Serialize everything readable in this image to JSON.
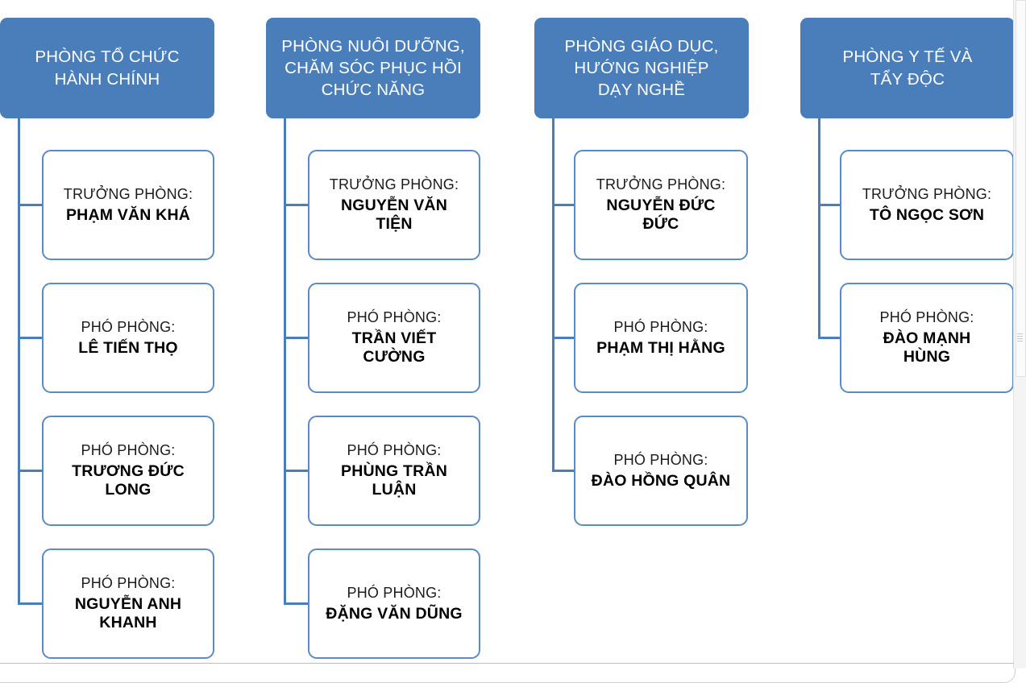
{
  "chart_data": {
    "type": "diagram",
    "title": "Sơ đồ tổ chức các phòng",
    "layout": "4 columns, each a department header with staff nodes below, connected by elbow connectors",
    "accent_color": "#4A7EBB",
    "node_border_color": "#5B8BC4",
    "header_text_color": "#FFFFFF",
    "node_text_color": "#000000"
  },
  "colors": {
    "header_fill": "#4A7EBB",
    "node_border": "#5B8BC4",
    "node_fill": "#FFFFFF",
    "connector": "#4A7EBB",
    "page_background": "#FFFFFF"
  },
  "columns": [
    {
      "header": "PHÒNG TỔ CHỨC HÀNH CHÍNH",
      "header_lines": [
        "PHÒNG TỔ CHỨC",
        "HÀNH CHÍNH"
      ],
      "nodes": [
        {
          "role": "TRƯỞNG PHÒNG:",
          "person": "PHẠM VĂN KHÁ",
          "person_lines": [
            "PHẠM VĂN KHÁ"
          ]
        },
        {
          "role": "PHÓ PHÒNG:",
          "person": "LÊ TIẾN THỌ",
          "person_lines": [
            "LÊ TIẾN THỌ"
          ]
        },
        {
          "role": "PHÓ PHÒNG:",
          "person": "TRƯƠNG ĐỨC LONG",
          "person_lines": [
            "TRƯƠNG ĐỨC",
            "LONG"
          ]
        },
        {
          "role": "PHÓ PHÒNG:",
          "person": "NGUYỄN ANH KHANH",
          "person_lines": [
            "NGUYỄN ANH",
            "KHANH"
          ]
        }
      ]
    },
    {
      "header": "PHÒNG NUÔI DƯỠNG, CHĂM SÓC PHỤC HỒI CHỨC NĂNG",
      "header_lines": [
        "PHÒNG NUÔI DƯỠNG,",
        "CHĂM SÓC PHỤC HỒI",
        "CHỨC NĂNG"
      ],
      "nodes": [
        {
          "role": "TRƯỞNG PHÒNG:",
          "person": "NGUYỄN VĂN TIỆN",
          "person_lines": [
            "NGUYỄN VĂN",
            "TIỆN"
          ]
        },
        {
          "role": "PHÓ PHÒNG:",
          "person": "TRẦN VIẾT CƯỜNG",
          "person_lines": [
            "TRẦN VIẾT",
            "CƯỜNG"
          ]
        },
        {
          "role": "PHÓ PHÒNG:",
          "person": "PHÙNG TRẦN LUẬN",
          "person_lines": [
            "PHÙNG TRẦN",
            "LUẬN"
          ]
        },
        {
          "role": "PHÓ PHÒNG:",
          "person": "ĐẶNG VĂN DŨNG",
          "person_lines": [
            "ĐẶNG VĂN DŨNG"
          ]
        }
      ]
    },
    {
      "header": "PHÒNG GIÁO DỤC, HƯỚNG NGHIỆP DẠY NGHỀ",
      "header_lines": [
        "PHÒNG GIÁO DỤC,",
        "HƯỚNG NGHIỆP",
        "DẠY NGHỀ"
      ],
      "nodes": [
        {
          "role": "TRƯỞNG PHÒNG:",
          "person": "NGUYỄN ĐỨC ĐỨC",
          "person_lines": [
            "NGUYỄN ĐỨC",
            "ĐỨC"
          ]
        },
        {
          "role": "PHÓ PHÒNG:",
          "person": "PHẠM THỊ HẰNG",
          "person_lines": [
            "PHẠM THỊ HẰNG"
          ]
        },
        {
          "role": "PHÓ PHÒNG:",
          "person": "ĐÀO HỒNG QUÂN",
          "person_lines": [
            "ĐÀO HỒNG QUÂN"
          ]
        }
      ]
    },
    {
      "header": "PHÒNG Y TẾ VÀ TẨY ĐỘC",
      "header_lines": [
        "PHÒNG Y TẾ VÀ",
        "TẨY ĐỘC"
      ],
      "nodes": [
        {
          "role": "TRƯỞNG PHÒNG:",
          "person": "TÔ NGỌC SƠN",
          "person_lines": [
            "TÔ NGỌC SƠN"
          ]
        },
        {
          "role": "PHÓ PHÒNG:",
          "person": "ĐÀO MẠNH HÙNG",
          "person_lines": [
            "ĐÀO MẠNH",
            "HÙNG"
          ]
        }
      ]
    }
  ]
}
